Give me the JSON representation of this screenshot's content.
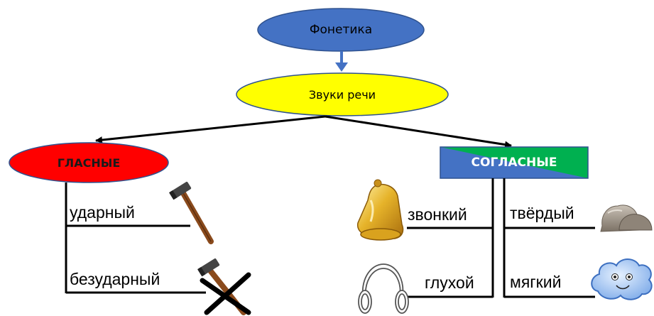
{
  "diagram": {
    "root": {
      "label": "Фонетика",
      "color": "#4472C4"
    },
    "speech_sounds": {
      "label": "Звуки речи",
      "color": "#FFFF00"
    },
    "vowels": {
      "label": "ГЛАСНЫЕ",
      "color": "#FF0000",
      "items": [
        {
          "label": "ударный",
          "icon": "hammer-icon"
        },
        {
          "label": "безударный",
          "icon": "crossed-hammer-icon"
        }
      ]
    },
    "consonants": {
      "label": "СОГЛАСНЫЕ",
      "colors": [
        "#4472C4",
        "#00B050"
      ],
      "left_items": [
        {
          "label": "звонкий",
          "icon": "bell-icon"
        },
        {
          "label": "глухой",
          "icon": "headphones-icon"
        }
      ],
      "right_items": [
        {
          "label": "твёрдый",
          "icon": "stones-icon"
        },
        {
          "label": "мягкий",
          "icon": "cloud-icon"
        }
      ]
    }
  }
}
